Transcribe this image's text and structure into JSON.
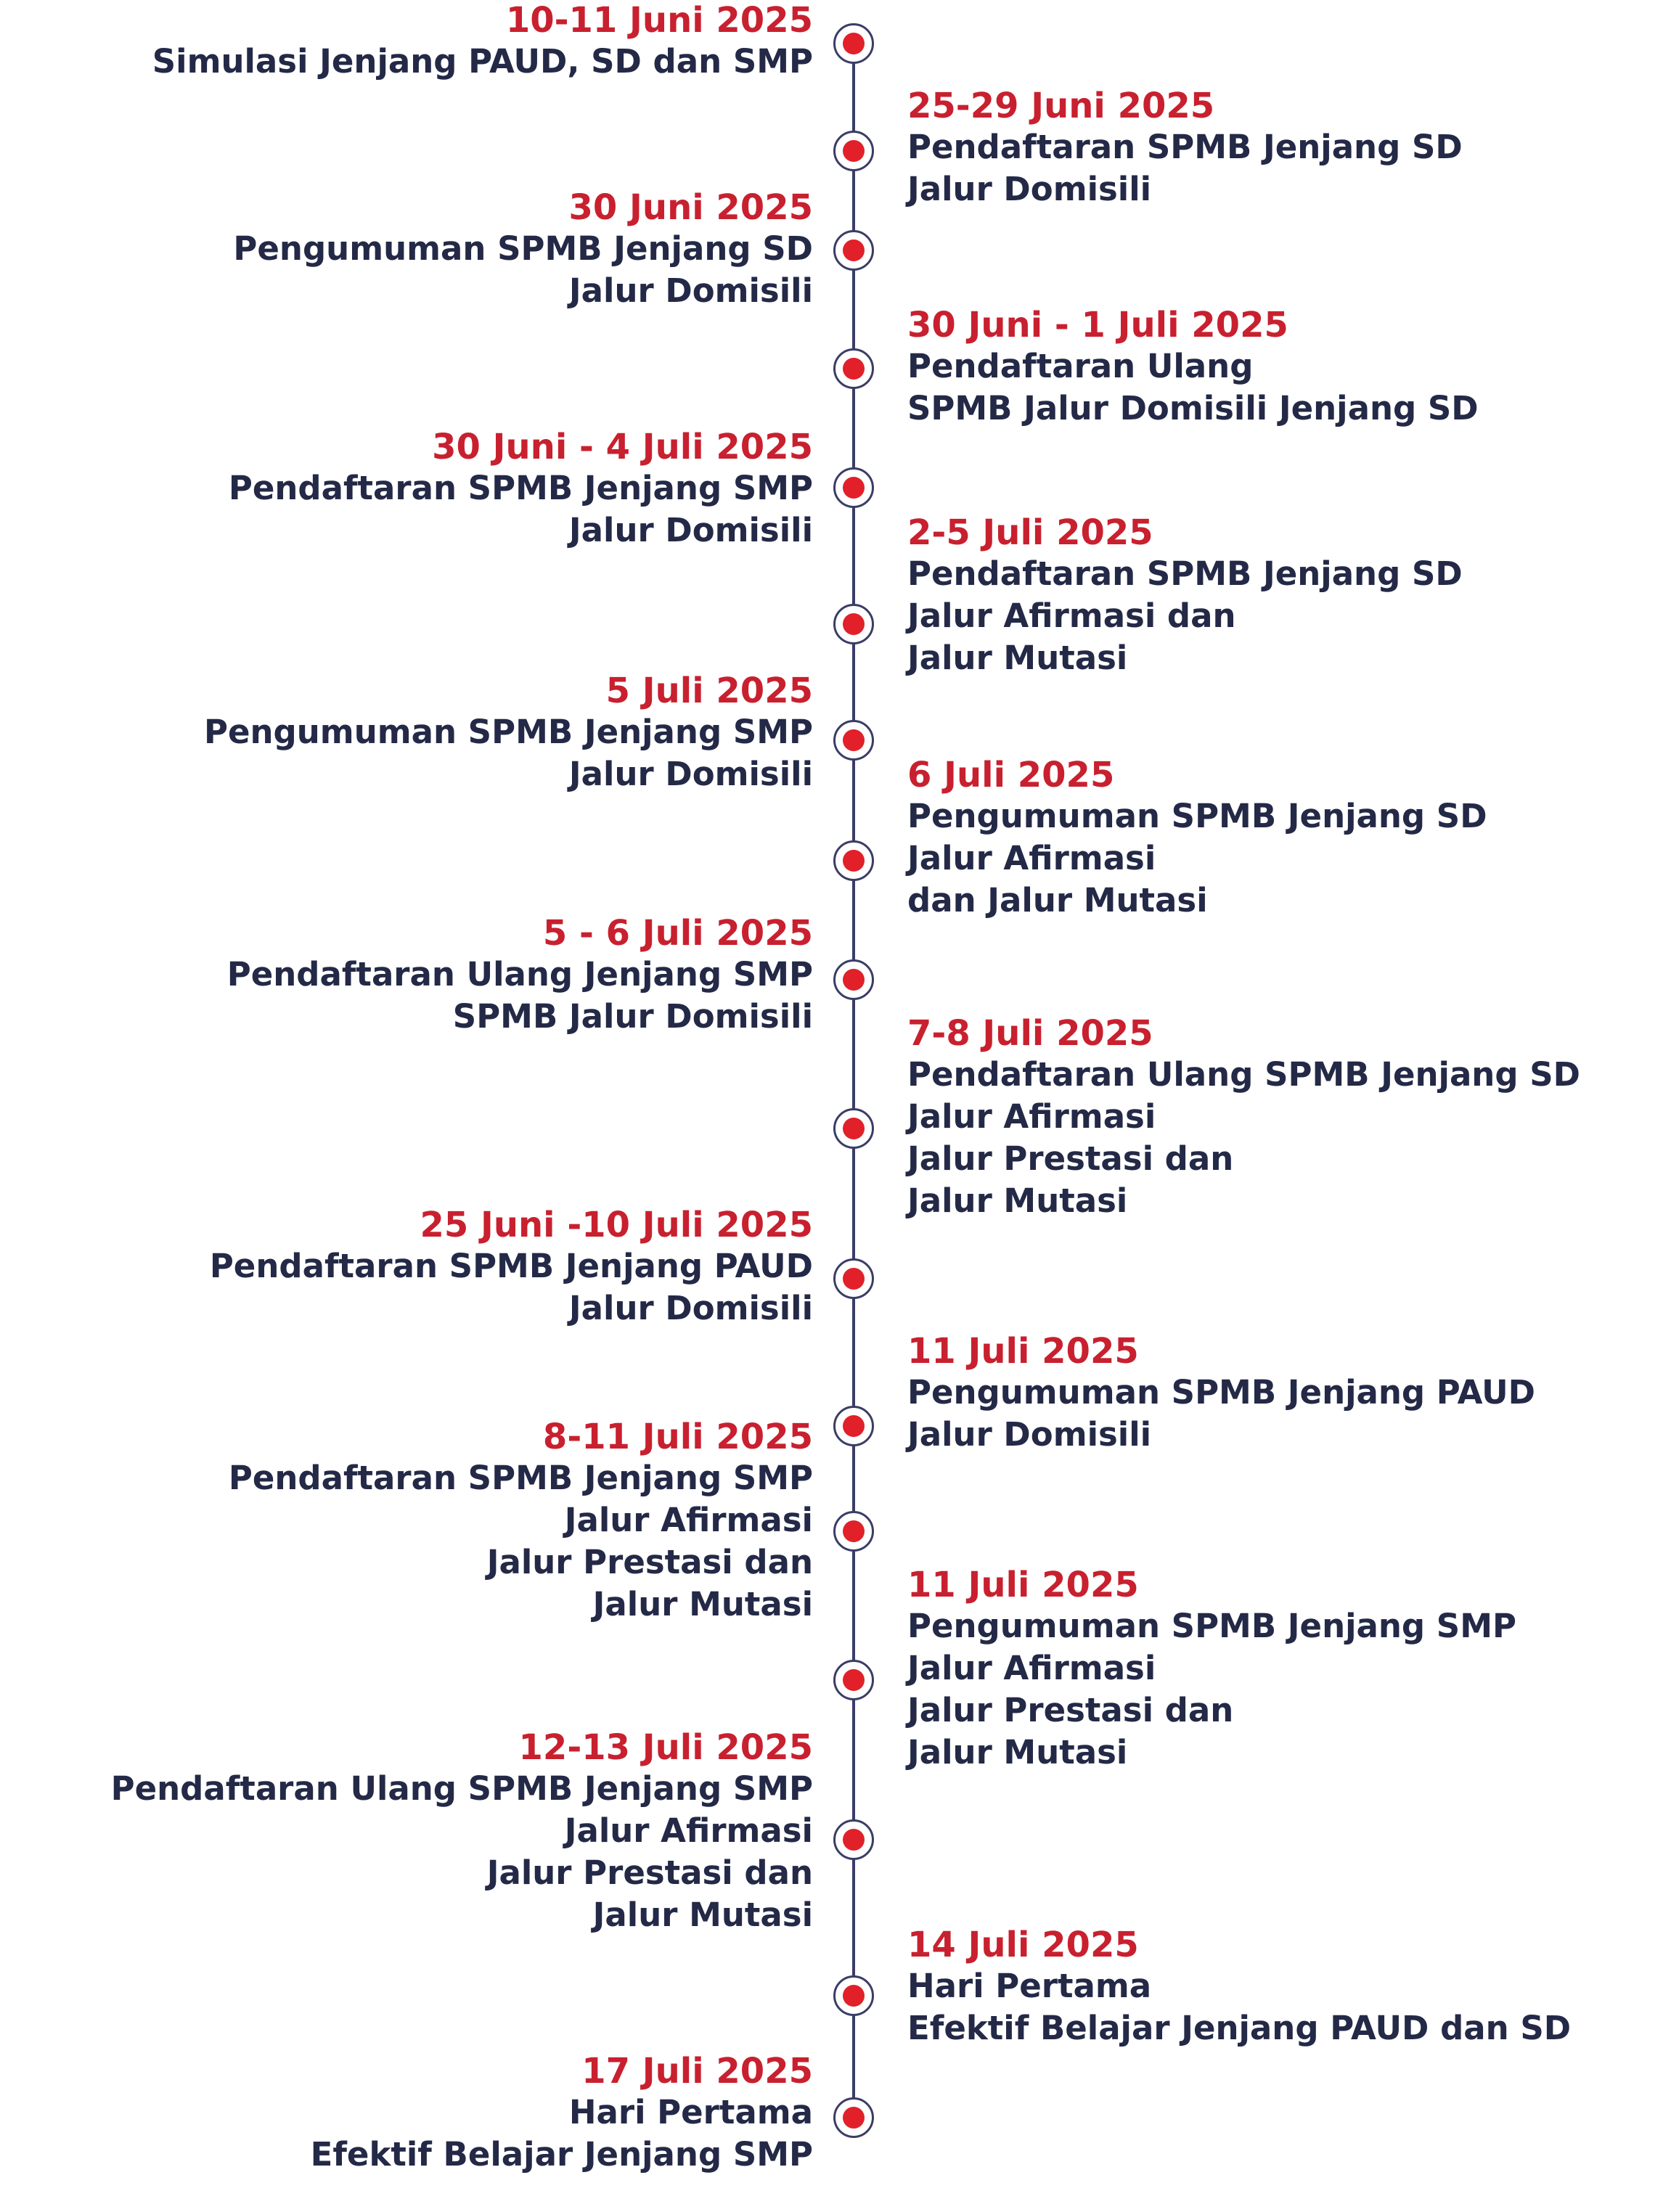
{
  "colors": {
    "date": "#c8202f",
    "text": "#232946",
    "axis": "#3a3d66",
    "node_dot": "#e1202a"
  },
  "events": [
    {
      "date": "10-11 Juni 2025",
      "lines": [
        "Simulasi Jenjang PAUD, SD dan SMP"
      ]
    },
    {
      "date": "25-29 Juni 2025",
      "lines": [
        "Pendaftaran SPMB Jenjang SD",
        "Jalur Domisili"
      ]
    },
    {
      "date": "30 Juni 2025",
      "lines": [
        "Pengumuman SPMB Jenjang SD",
        "Jalur Domisili"
      ]
    },
    {
      "date": "30 Juni - 1 Juli 2025",
      "lines": [
        "Pendaftaran Ulang",
        "SPMB Jalur Domisili Jenjang SD"
      ]
    },
    {
      "date": "30 Juni - 4 Juli 2025",
      "lines": [
        "Pendaftaran SPMB Jenjang SMP",
        "Jalur Domisili"
      ]
    },
    {
      "date": "2-5 Juli 2025",
      "lines": [
        "Pendaftaran SPMB Jenjang SD",
        "Jalur Afirmasi dan",
        "Jalur Mutasi"
      ]
    },
    {
      "date": "5 Juli 2025",
      "lines": [
        "Pengumuman SPMB Jenjang SMP",
        "Jalur Domisili"
      ]
    },
    {
      "date": "6 Juli 2025",
      "lines": [
        "Pengumuman SPMB Jenjang SD",
        "Jalur Afirmasi",
        "dan Jalur Mutasi"
      ]
    },
    {
      "date": "5  - 6 Juli 2025",
      "lines": [
        "Pendaftaran Ulang Jenjang SMP",
        "SPMB Jalur Domisili"
      ]
    },
    {
      "date": "7-8 Juli 2025",
      "lines": [
        "Pendaftaran Ulang SPMB Jenjang SD",
        "Jalur Afirmasi",
        "Jalur Prestasi dan",
        "Jalur Mutasi"
      ]
    },
    {
      "date": "25 Juni -10 Juli 2025",
      "lines": [
        "Pendaftaran SPMB Jenjang PAUD",
        "Jalur Domisili"
      ]
    },
    {
      "date": "11 Juli 2025",
      "lines": [
        "Pengumuman SPMB Jenjang PAUD",
        "Jalur Domisili"
      ]
    },
    {
      "date": "8-11 Juli 2025",
      "lines": [
        "Pendaftaran SPMB Jenjang SMP",
        "Jalur Afirmasi",
        "Jalur Prestasi dan",
        "Jalur Mutasi"
      ]
    },
    {
      "date": "11 Juli 2025",
      "lines": [
        "Pengumuman SPMB Jenjang SMP",
        "Jalur Afirmasi",
        "Jalur Prestasi dan",
        "Jalur Mutasi"
      ]
    },
    {
      "date": "12-13 Juli 2025",
      "lines": [
        "Pendaftaran Ulang SPMB Jenjang SMP",
        "Jalur Afirmasi",
        "Jalur Prestasi dan",
        "Jalur Mutasi"
      ]
    },
    {
      "date": "14 Juli 2025",
      "lines": [
        "Hari Pertama",
        "Efektif Belajar Jenjang PAUD dan SD"
      ]
    },
    {
      "date": "17 Juli 2025",
      "lines": [
        "Hari Pertama",
        "Efektif Belajar Jenjang SMP"
      ]
    }
  ]
}
